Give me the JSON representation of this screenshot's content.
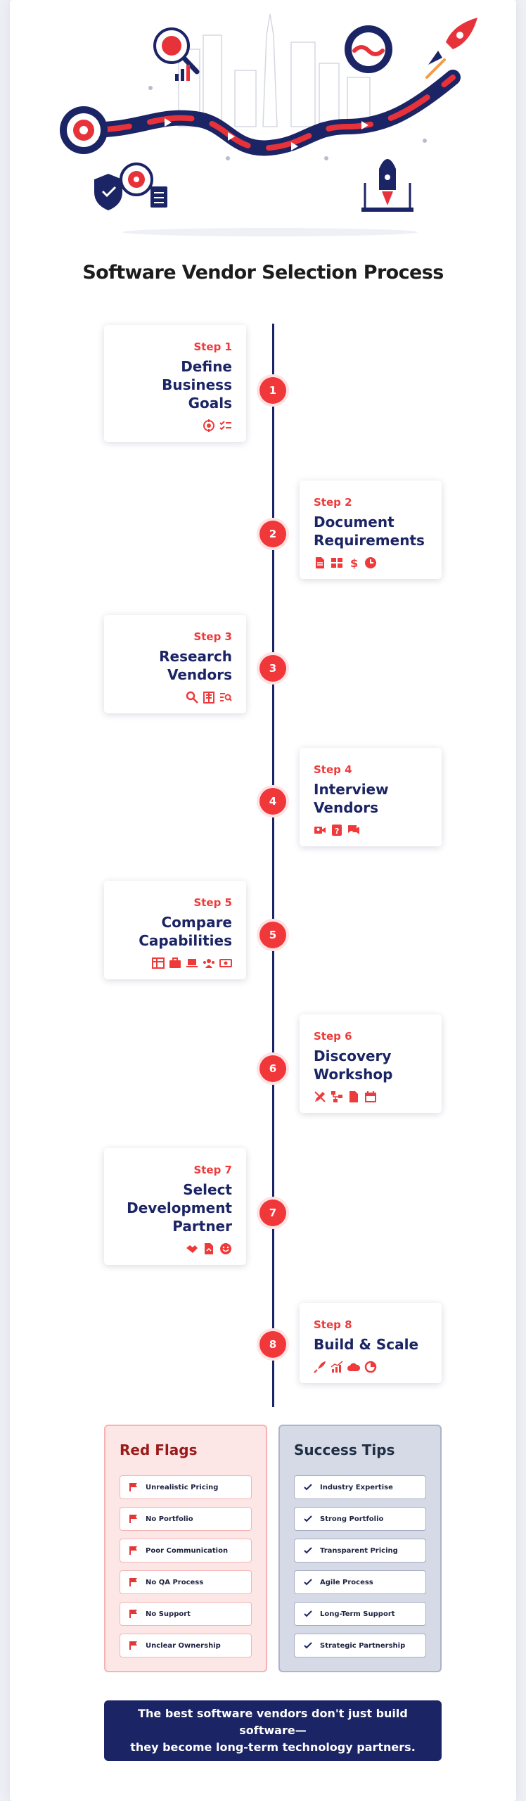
{
  "title": "Software Vendor Selection Process",
  "colors": {
    "accent": "#f0373a",
    "navy": "#1b2464"
  },
  "steps": [
    {
      "number": "1",
      "label": "Step 1",
      "title_lines": [
        "Define",
        "Business",
        "Goals"
      ],
      "icons": [
        "target-icon",
        "checklist-icon"
      ]
    },
    {
      "number": "2",
      "label": "Step 2",
      "title_lines": [
        "Document",
        "Requirements"
      ],
      "icons": [
        "document-icon",
        "modules-icon",
        "dollar-icon",
        "clock-icon"
      ]
    },
    {
      "number": "3",
      "label": "Step 3",
      "title_lines": [
        "Research",
        "Vendors"
      ],
      "icons": [
        "search-icon",
        "building-icon",
        "list-search-icon"
      ]
    },
    {
      "number": "4",
      "label": "Step 4",
      "title_lines": [
        "Interview",
        "Vendors"
      ],
      "icons": [
        "video-call-icon",
        "question-icon",
        "chat-icon"
      ]
    },
    {
      "number": "5",
      "label": "Step 5",
      "title_lines": [
        "Compare",
        "Capabilities"
      ],
      "icons": [
        "table-icon",
        "briefcase-icon",
        "laptop-icon",
        "team-icon",
        "money-icon"
      ]
    },
    {
      "number": "6",
      "label": "Step 6",
      "title_lines": [
        "Discovery",
        "Workshop"
      ],
      "icons": [
        "pencil-ruler-icon",
        "flowchart-icon",
        "file-icon",
        "calendar-icon"
      ]
    },
    {
      "number": "7",
      "label": "Step 7",
      "title_lines": [
        "Select",
        "Development",
        "Partner"
      ],
      "icons": [
        "handshake-icon",
        "contract-icon",
        "smile-icon"
      ]
    },
    {
      "number": "8",
      "label": "Step 8",
      "title_lines": [
        "Build & Scale"
      ],
      "icons": [
        "rocket-icon",
        "growth-chart-icon",
        "cloud-icon",
        "pie-chart-icon"
      ]
    }
  ],
  "red_flags": {
    "title": "Red Flags",
    "items": [
      "Unrealistic Pricing",
      "No Portfolio",
      "Poor Communication",
      "No QA Process",
      "No Support",
      "Unclear Ownership"
    ]
  },
  "success_tips": {
    "title": "Success Tips",
    "items": [
      "Industry Expertise",
      "Strong Portfolio",
      "Transparent Pricing",
      "Agile Process",
      "Long-Term Support",
      "Strategic Partnership"
    ]
  },
  "footer": {
    "line1": "The best software vendors don't just build software—",
    "line2": "they become long-term technology partners."
  }
}
